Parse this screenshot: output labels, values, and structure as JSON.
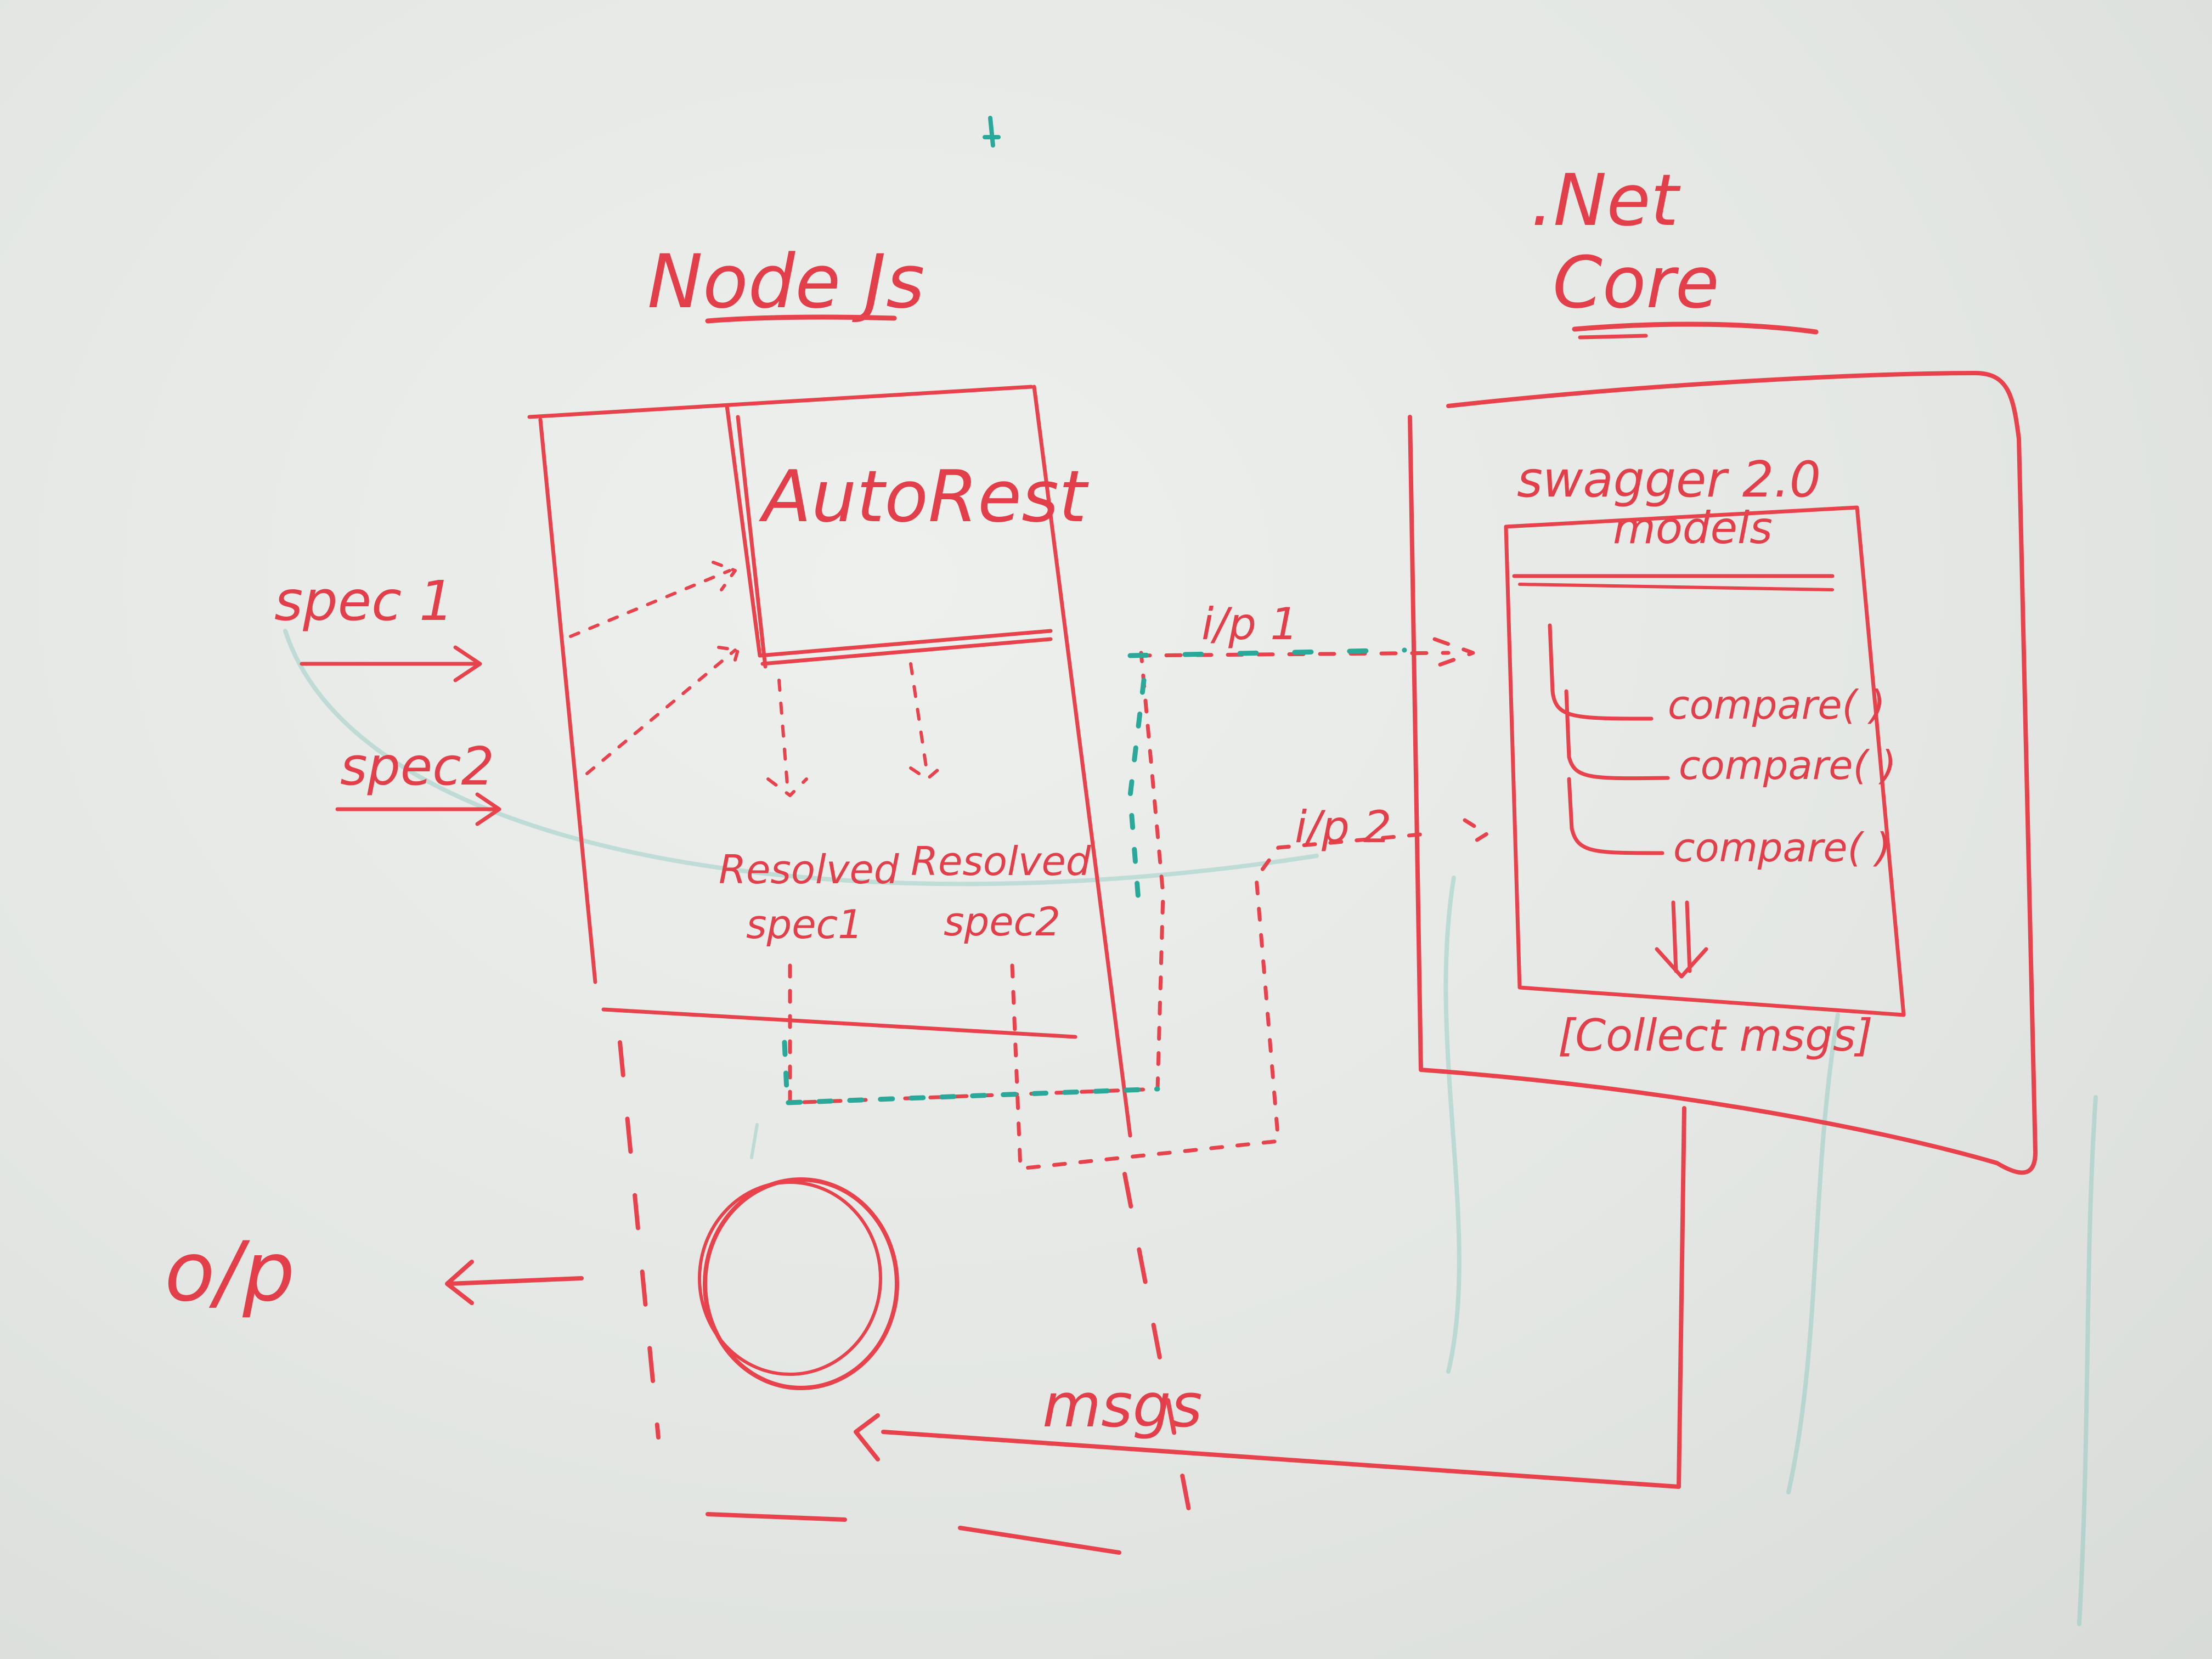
{
  "whiteboard": {
    "headings": {
      "nodejs": "Node Js",
      "netcore_line1": ".Net",
      "netcore_line2": "Core"
    },
    "node_block": {
      "autorest": "AutoRest",
      "resolved1_line1": "Resolved",
      "resolved1_line2": "spec1",
      "resolved2_line1": "Resolved",
      "resolved2_line2": "spec2"
    },
    "inputs": {
      "spec1": "spec 1",
      "spec2": "spec2"
    },
    "arrows": {
      "ip1": "i/p 1",
      "ip2": "i/p 2"
    },
    "net_block": {
      "swagger": "swagger 2.0",
      "models": "models",
      "compare": [
        "compare(   )",
        "compare(   )",
        "compare(   )"
      ],
      "collect": "[Collect msgs]"
    },
    "bottom": {
      "msgs": "msgs",
      "output": "o/p"
    },
    "colors": {
      "marker_red": "#e8424c",
      "marker_teal": "#2aa89a",
      "board": "#e6e8e6"
    }
  }
}
